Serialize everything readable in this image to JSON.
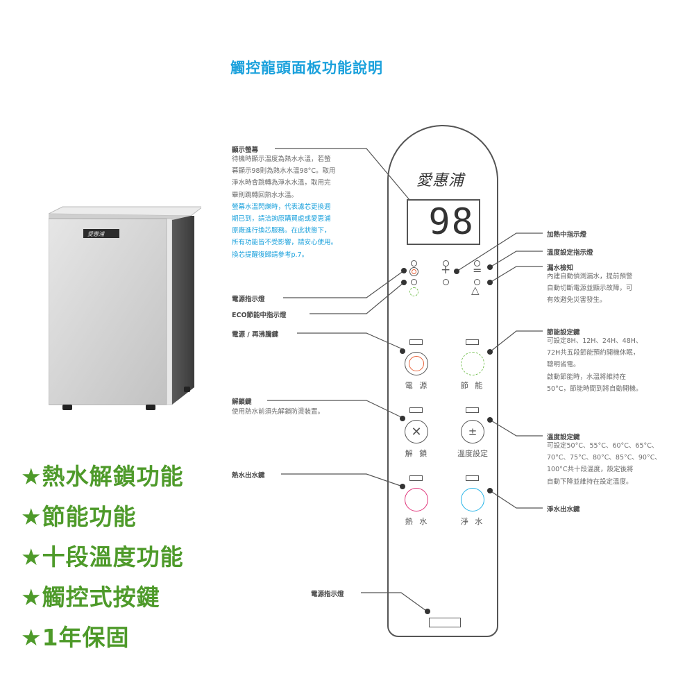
{
  "page": {
    "title": "觸控龍頭面板功能說明"
  },
  "product": {
    "image_alt": "water-dispenser-cabinet",
    "badge_text": "愛惠浦"
  },
  "panel": {
    "brand": "愛惠浦",
    "display_value": "98",
    "buttons": [
      {
        "label": "電 源",
        "ring_color": "#e8643c"
      },
      {
        "label": "節 能",
        "ring_color": "#7cc35a"
      },
      {
        "label": "解 鎖",
        "ring_color": "#555555"
      },
      {
        "label": "溫度設定",
        "ring_color": "#555555"
      },
      {
        "label": "熱 水",
        "ring_color": "#e0347a"
      },
      {
        "label": "淨 水",
        "ring_color": "#26b4e8"
      }
    ],
    "symbols": {
      "plus": "+",
      "equals": "=",
      "triangle": "△",
      "plusminus": "±",
      "times": "✕"
    }
  },
  "left_annotations": {
    "display": {
      "title": "顯示螢幕",
      "lines": [
        "待機時顯示溫度為熱水水溫，若螢",
        "幕顯示98則為熱水水溫98°C。取用",
        "淨水時會跳轉為淨水水溫，取用完",
        "畢則跳轉回熱水水溫。"
      ],
      "blue_lines": [
        "螢幕水溫閃爍時，代表濾芯更換週",
        "期已到，請洽詢原購買處或愛惠浦",
        "原廠進行換芯服務。在此狀態下，",
        "所有功能皆不受影響，請安心使用。",
        "換芯提醒復歸請參考p.7。"
      ]
    },
    "power_indicator": "電源指示燈",
    "eco_indicator": "ECO節能中指示燈",
    "power_reboil_key": "電源 / 再沸騰鍵",
    "unlock_key": {
      "title": "解鎖鍵",
      "desc": "使用熱水前須先解鎖防燙裝置。"
    },
    "hot_water_key": "熱水出水鍵",
    "bottom_power_indicator": "電源指示燈"
  },
  "right_annotations": {
    "heating_indicator": "加熱中指示燈",
    "temp_set_indicator": "溫度設定指示燈",
    "leak_detect": {
      "title": "漏水檢知",
      "lines": [
        "內建自動偵測漏水，提前預警",
        "自動切斷電源並顯示故障，可",
        "有效避免災害發生。"
      ]
    },
    "eco_key": {
      "title": "節能設定鍵",
      "lines": [
        "可設定8H、12H、24H、48H、",
        "72H共五段節能預約開機休眠，",
        "聰明省電。",
        "啟動節能時，水溫將維持在",
        "50°C，節能時間到將自動開機。"
      ]
    },
    "temp_key": {
      "title": "溫度設定鍵",
      "lines": [
        "可設定50°C、55°C、60°C、65°C、",
        "70°C、75°C、80°C、85°C、90°C、",
        "100°C共十段溫度，設定後將",
        "自動下降並維持在設定溫度。"
      ]
    },
    "pure_water_key": "淨水出水鍵"
  },
  "features": [
    "★熱水解鎖功能",
    "★節能功能",
    "★十段溫度功能",
    "★觸控式按鍵",
    "★1年保固"
  ],
  "colors": {
    "title_blue": "#1ba1dc",
    "feature_green": "#4e9a2a",
    "label_gray": "#4a4a4a"
  }
}
